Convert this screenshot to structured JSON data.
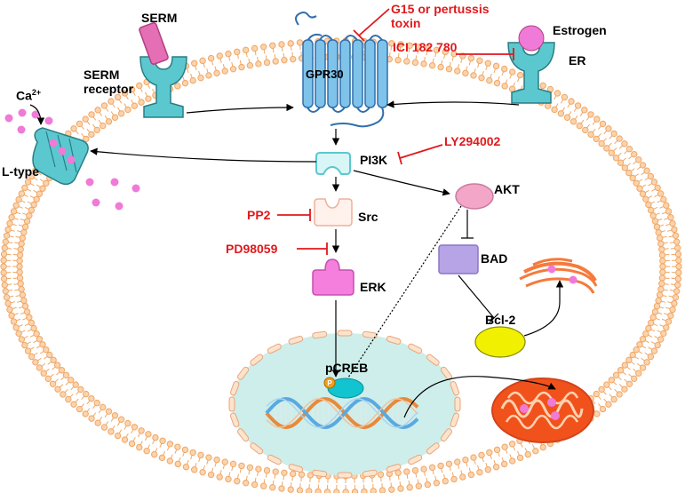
{
  "labels": {
    "serm": "SERM",
    "serm_receptor_1": "SERM",
    "serm_receptor_2": "receptor",
    "calcium_base": "Ca",
    "calcium_sup": "2+",
    "l_type": "L-type",
    "gpr30": "GPR30",
    "g15_1": "G15 or pertussis",
    "g15_2": "toxin",
    "estrogen": "Estrogen",
    "ici": "ICI 182 780",
    "er": "ER",
    "pi3k": "PI3K",
    "ly": "LY294002",
    "akt": "AKT",
    "src": "Src",
    "pp2": "PP2",
    "pd": "PD98059",
    "erk": "ERK",
    "bad": "BAD",
    "bcl2": "Bcl-2",
    "pcreb": "pCREB",
    "phospho": "P"
  },
  "colors": {
    "membrane": "#f0a766",
    "inhibitor": "#e0191c",
    "receptor": "#5bc8cf",
    "gpr30": "#7fc3ea",
    "calcium": "#f07ad8",
    "akt": "#f4a6c8",
    "bad": "#b7a4e6",
    "bcl2": "#f0f000",
    "erk": "#f57fdc",
    "nucleus": "#cdeeea",
    "mito": "#f1521c"
  }
}
